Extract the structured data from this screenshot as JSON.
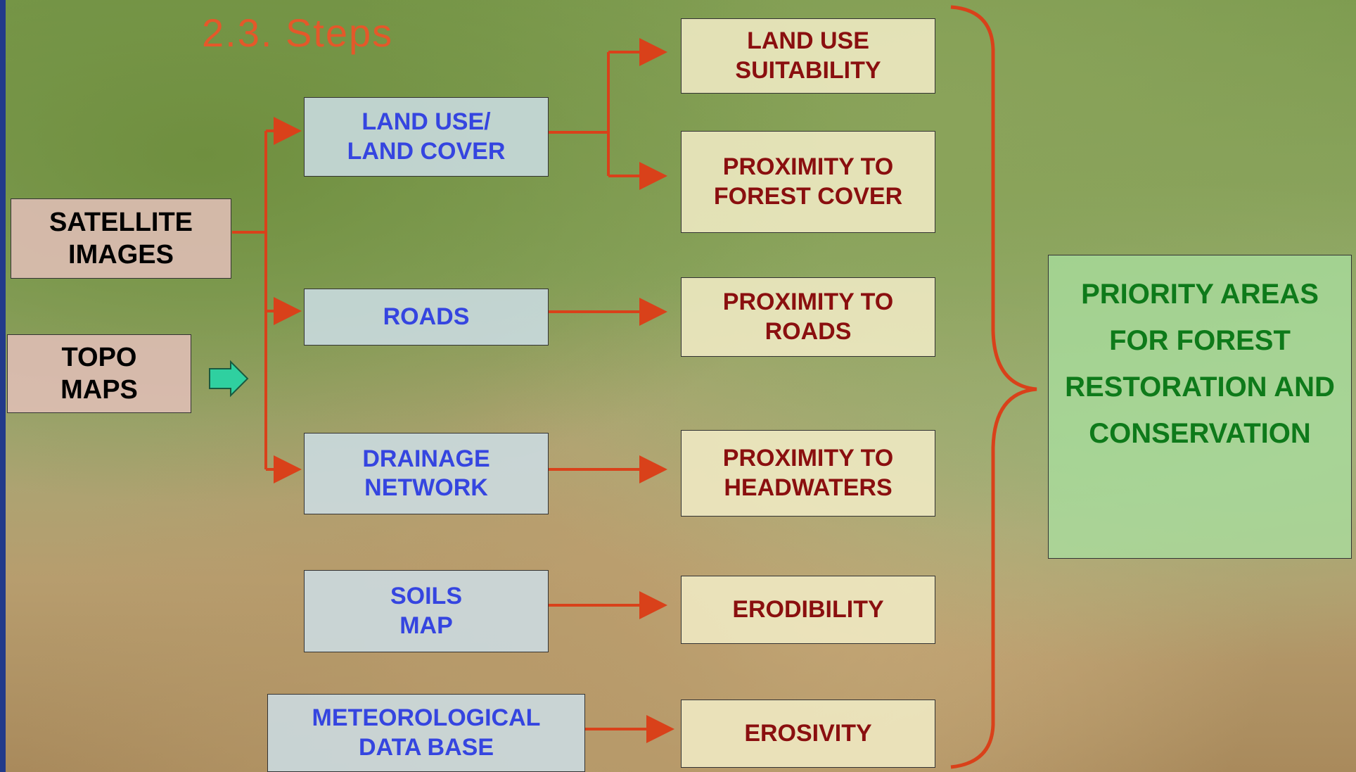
{
  "title": "2.3. Steps",
  "sources": {
    "satellite": "SATELLITE IMAGES",
    "topo": "TOPO MAPS"
  },
  "inputs": {
    "land_use": "LAND USE/ LAND COVER",
    "roads": "ROADS",
    "drainage": "DRAINAGE NETWORK",
    "soils": "SOILS MAP",
    "meteo": "METEOROLOGICAL DATA BASE"
  },
  "outputs": {
    "suitability": "LAND USE SUITABILITY",
    "forest": "PROXIMITY TO FOREST COVER",
    "roads": "PROXIMITY TO ROADS",
    "headwaters": "PROXIMITY TO HEADWATERS",
    "erodibility": "ERODIBILITY",
    "erosivity": "EROSIVITY"
  },
  "result": "PRIORITY AREAS FOR FOREST RESTORATION AND CONSERVATION",
  "colors": {
    "arrow": "#d9411a",
    "title": "#e4582a",
    "input_text": "#3545e0",
    "output_text": "#8a0f0f",
    "result_text": "#0e7a1a",
    "topo_arrow": "#2fd0a0"
  }
}
